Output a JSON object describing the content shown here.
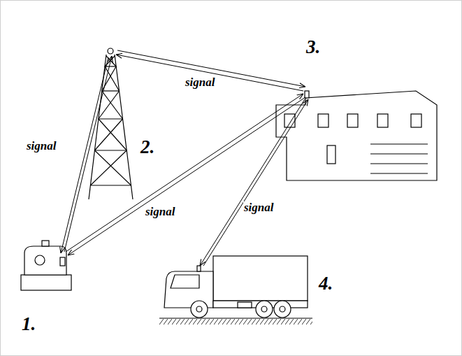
{
  "diagram": {
    "labels": [
      "3.",
      "signal",
      "2.",
      "signal",
      "signal",
      "signal",
      "4.",
      "1."
    ]
  }
}
